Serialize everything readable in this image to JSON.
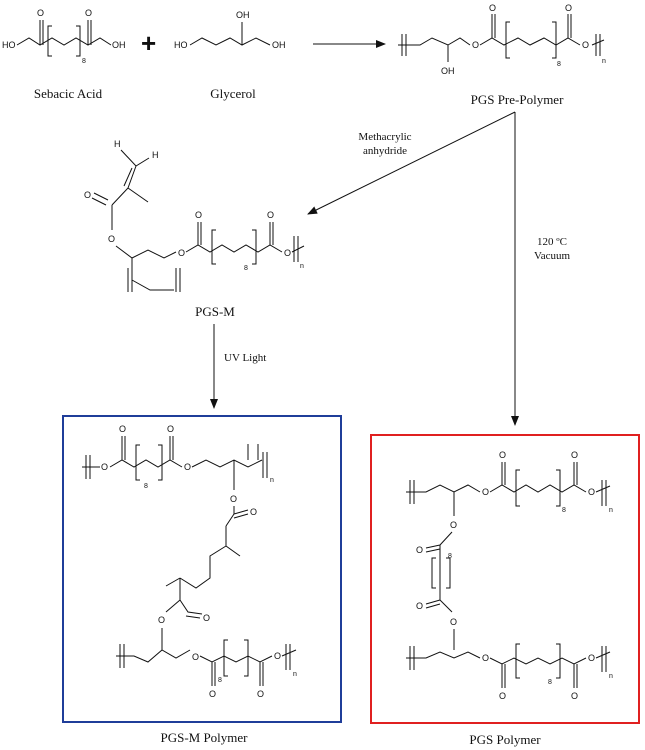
{
  "compounds": {
    "sebacic_acid": "Sebacic Acid",
    "glycerol": "Glycerol",
    "pgs_prepolymer": "PGS Pre-Polymer",
    "pgs_m": "PGS-M",
    "pgs_m_polymer": "PGS-M Polymer",
    "pgs_polymer": "PGS Polymer"
  },
  "conditions": {
    "methacrylation_line1": "Methacrylic",
    "methacrylation_line2": "anhydride",
    "thermal_line1": "120 ºC",
    "thermal_line2": "Vacuum",
    "photo": "UV Light"
  },
  "symbols": {
    "plus": "+",
    "hydroxyl_left": "HO",
    "hydroxyl_right": "OH",
    "oxygen": "O",
    "hydrogen": "H",
    "repeat_8": "8",
    "repeat_n": "n"
  },
  "box_colors": {
    "pgs_m_polymer_box": "#1f3d99",
    "pgs_polymer_box": "#e02020"
  }
}
